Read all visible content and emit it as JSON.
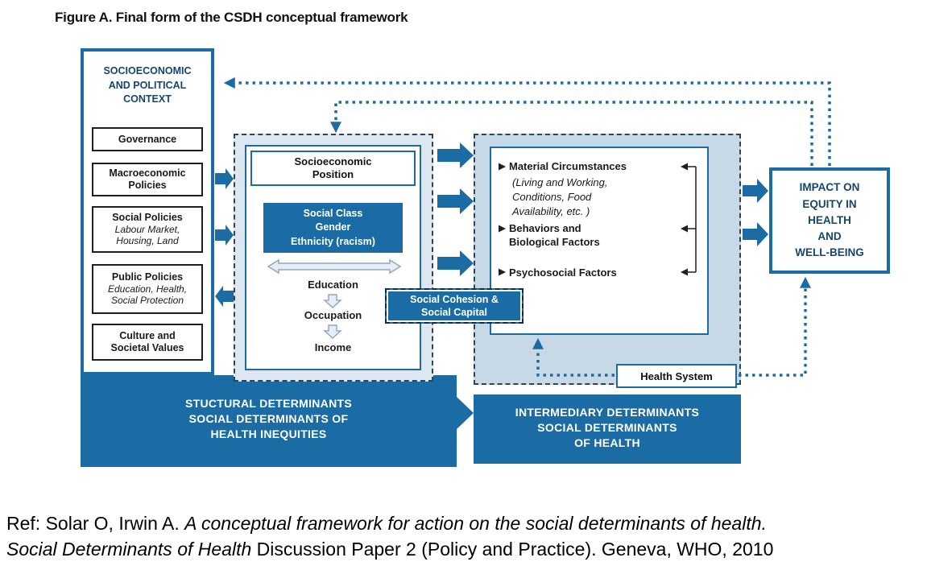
{
  "title": "Figure A. Final form of the CSDH conceptual framework",
  "colors": {
    "primary": "#1B6CA4",
    "pale": "#C7D9E6",
    "midbg": "#DEE7F0",
    "navy": "#14466E",
    "ink": "#1a1a1a"
  },
  "context": {
    "header": "SOCIOECONOMIC\nAND POLITICAL\nCONTEXT",
    "items": [
      {
        "label": "Governance",
        "sub": ""
      },
      {
        "label": "Macroeconomic\nPolicies",
        "sub": ""
      },
      {
        "label": "Social Policies",
        "sub": "Labour Market,\nHousing, Land"
      },
      {
        "label": "Public Policies",
        "sub": "Education, Health,\nSocial Protection"
      },
      {
        "label": "Culture and\nSocietal Values",
        "sub": ""
      }
    ]
  },
  "structural": {
    "sep": "Socioeconomic\nPosition",
    "class_box": "Social Class\nGender\nEthnicity (racism)",
    "ladder": [
      "Education",
      "Occupation",
      "Income"
    ],
    "bar": "STUCTURAL DETERMINANTS\nSOCIAL DETERMINANTS OF\nHEALTH INEQUITIES"
  },
  "cohesion": "Social Cohesion &\nSocial Capital",
  "intermediary": {
    "items": [
      {
        "label": "Material Circumstances",
        "sub": "(Living and Working,\nConditions, Food\nAvailability, etc. )"
      },
      {
        "label": "Behaviors and\nBiological Factors",
        "sub": ""
      },
      {
        "label": "Psychosocial Factors",
        "sub": ""
      }
    ],
    "health_system": "Health System",
    "bar": "INTERMEDIARY DETERMINANTS\nSOCIAL DETERMINANTS\nOF HEALTH"
  },
  "impact": "IMPACT ON\nEQUITY IN\nHEALTH\nAND\nWELL-BEING",
  "reference": {
    "l1_normal": "Ref: Solar O, Irwin A. ",
    "l1_italic": "A conceptual framework for action on the social determinants of health.",
    "l2_italic": "Social Determinants of Health",
    "l2_normal": " Discussion Paper 2 (Policy and Practice). Geneva, WHO, 2010"
  }
}
